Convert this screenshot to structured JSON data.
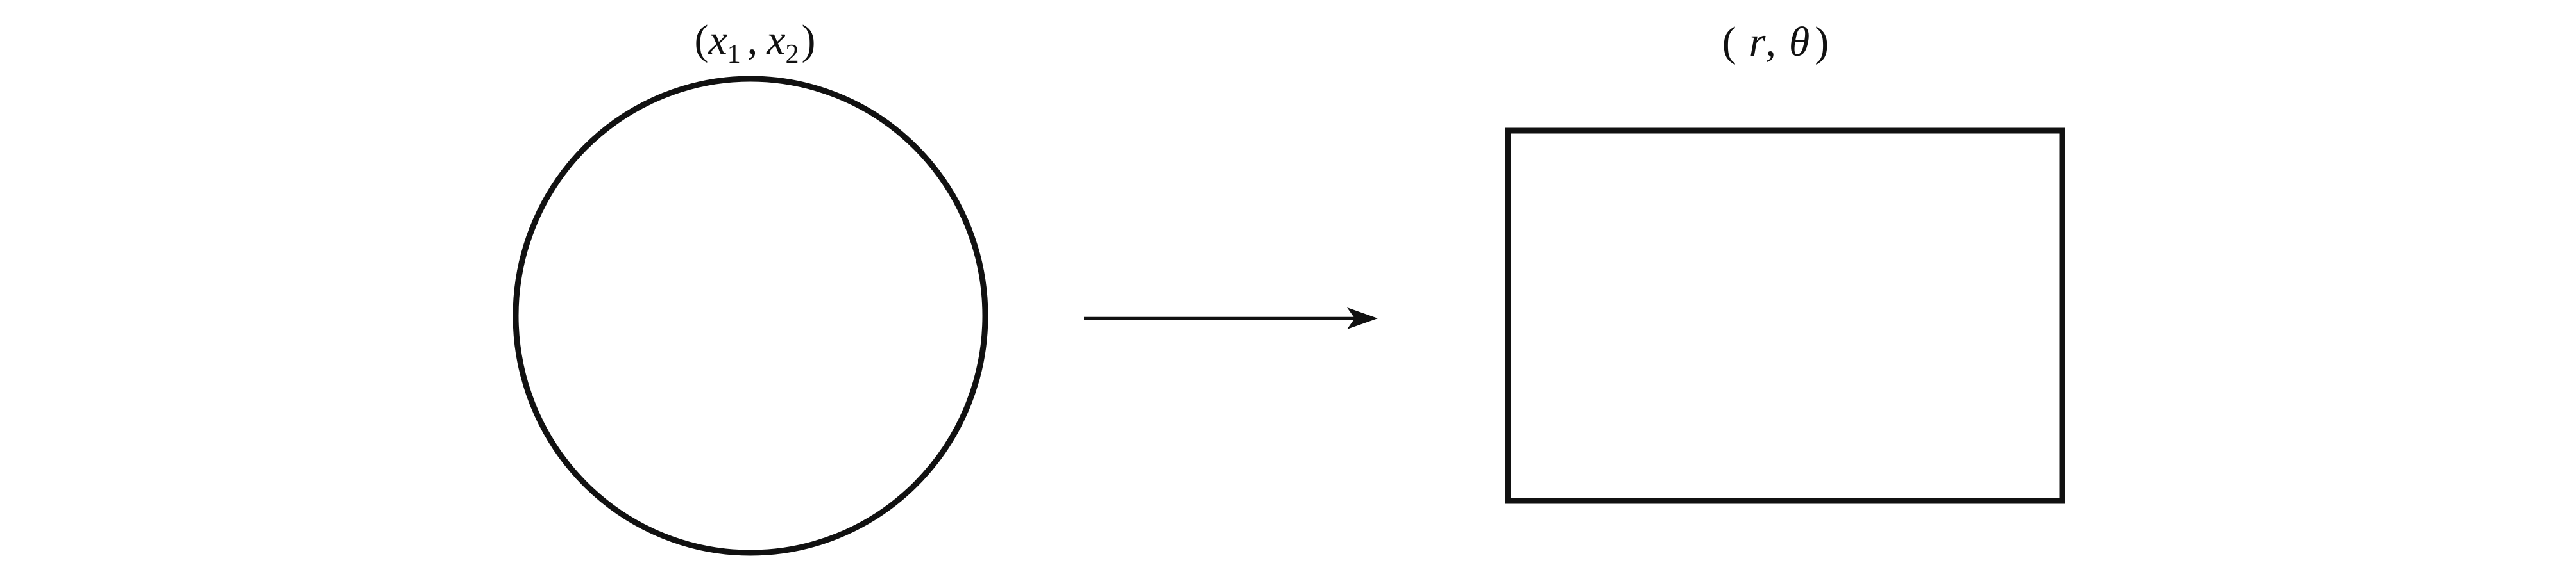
{
  "colors": {
    "stroke": "#111111",
    "background": "#ffffff"
  },
  "left_shape": {
    "shape": "circle",
    "label": {
      "open": "(",
      "var1": "x",
      "sub1": "1",
      "comma": ",",
      "var2": "x",
      "sub2": "2",
      "close": ")"
    }
  },
  "right_shape": {
    "shape": "rectangle",
    "label": {
      "open": "(",
      "var1": "r",
      "comma": ",",
      "var2": "θ",
      "close": ")"
    }
  },
  "connector": {
    "shape": "arrow",
    "direction": "right"
  }
}
